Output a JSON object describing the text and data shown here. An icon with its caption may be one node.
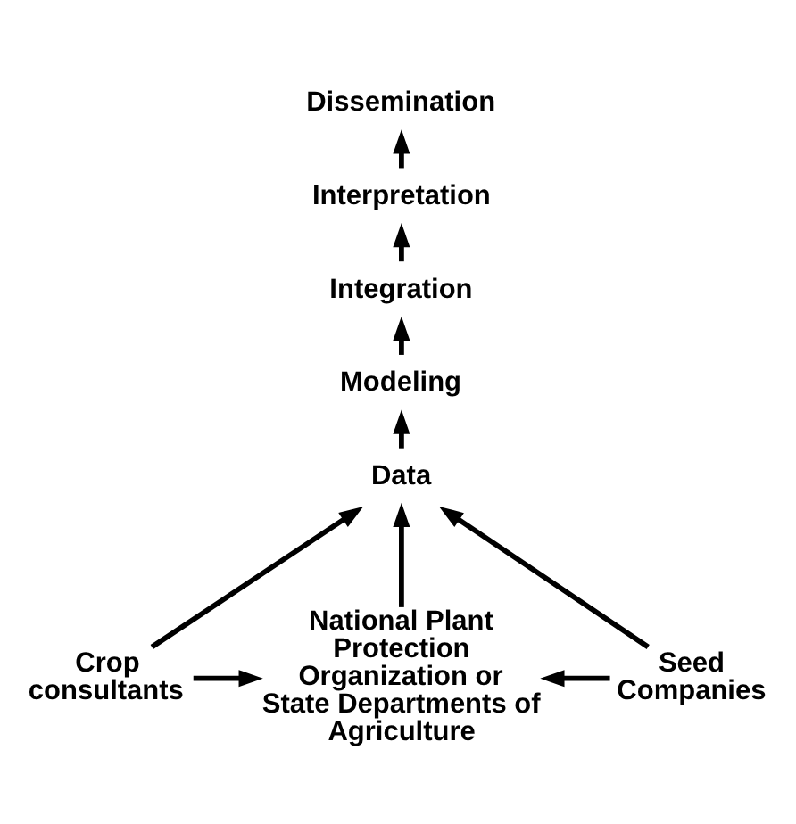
{
  "diagram": {
    "nodes": [
      {
        "text": [
          "Dissemination"
        ]
      },
      {
        "text": [
          "Interpretation"
        ]
      },
      {
        "text": [
          "Integration"
        ]
      },
      {
        "text": [
          "Modeling"
        ]
      },
      {
        "text": [
          "Data"
        ]
      },
      {
        "text": [
          "Crop consultants"
        ]
      },
      {
        "text": [
          "National Plant Protection Organization or State Departments of Agriculture"
        ]
      },
      {
        "text": [
          "Seed Companies"
        ]
      }
    ],
    "edges": [
      {
        "from": 1,
        "to": 0,
        "arrow": "to"
      },
      {
        "from": 2,
        "to": 1,
        "arrow": "to"
      },
      {
        "from": 3,
        "to": 2,
        "arrow": "to"
      },
      {
        "from": 4,
        "to": 3,
        "arrow": "to"
      },
      {
        "from": 5,
        "to": 4,
        "arrow": "to"
      },
      {
        "from": 6,
        "to": 4,
        "arrow": "to"
      },
      {
        "from": 7,
        "to": 4,
        "arrow": "to"
      },
      {
        "from": 5,
        "to": 6,
        "arrow": "to"
      },
      {
        "from": 7,
        "to": 6,
        "arrow": "to"
      }
    ]
  }
}
